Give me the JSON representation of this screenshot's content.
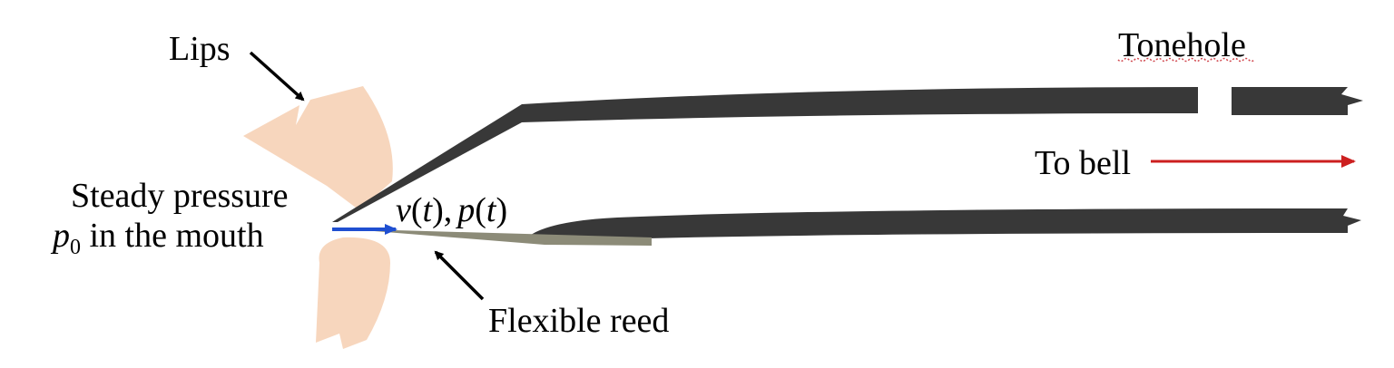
{
  "labels": {
    "lips": "Lips",
    "tonehole": "Tonehole",
    "to_bell": "To bell",
    "steady_line1": "Steady pressure",
    "steady_p": "p",
    "steady_sub": "0",
    "steady_line2_rest": " in the mouth",
    "v": "v",
    "t_open_1": "(",
    "t_1": "t",
    "t_close_1": "),",
    "p": "p",
    "t_open_2": "(",
    "t_2": "t",
    "t_close_2": ")",
    "flexible_reed": "Flexible reed"
  },
  "colors": {
    "tube": "#383838",
    "lips": "#f7d6bd",
    "reed": "#8c8b78",
    "flow_arrow": "#1f4fd1",
    "bell_arrow": "#cc1f1f",
    "pointer_arrow": "#000000"
  }
}
